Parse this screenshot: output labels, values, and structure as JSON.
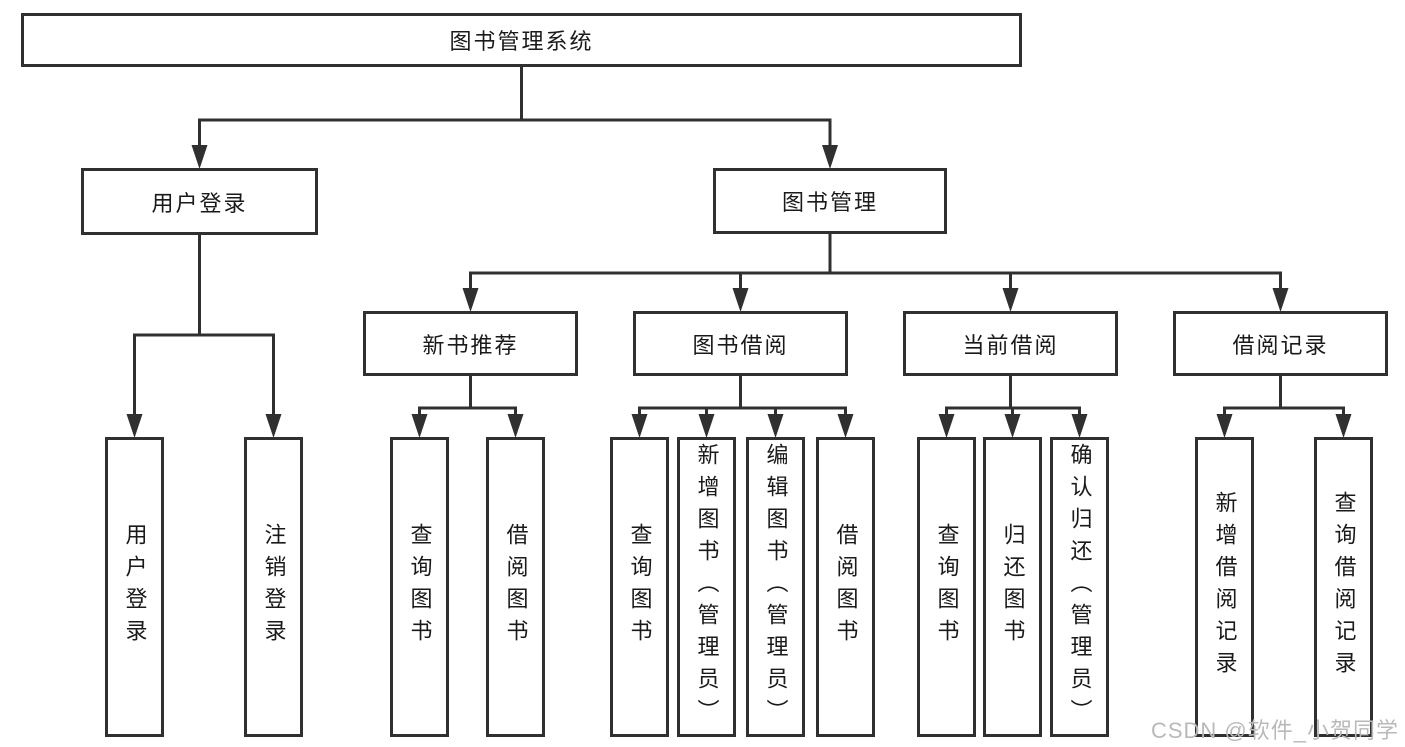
{
  "diagram": {
    "root": {
      "label": "图书管理系统"
    },
    "level2": {
      "user_login": {
        "label": "用户登录"
      },
      "book_mgmt": {
        "label": "图书管理"
      }
    },
    "level3": {
      "new_books": {
        "label": "新书推荐"
      },
      "borrowing": {
        "label": "图书借阅"
      },
      "current": {
        "label": "当前借阅"
      },
      "records": {
        "label": "借阅记录"
      }
    },
    "leaves": {
      "user_login": [
        "用户登录",
        "注销登录"
      ],
      "new_books": [
        "查询图书",
        "借阅图书"
      ],
      "borrowing": [
        "查询图书",
        "新增图书（管理员）",
        "编辑图书（管理员）",
        "借阅图书"
      ],
      "current": [
        "查询图书",
        "归还图书",
        "确认归还（管理员）"
      ],
      "records": [
        "新增借阅记录",
        "查询借阅记录"
      ]
    },
    "line_color": "#303030"
  },
  "watermark": {
    "text": "CSDN @软件_小贺同学",
    "color": "#b9b9b9"
  }
}
